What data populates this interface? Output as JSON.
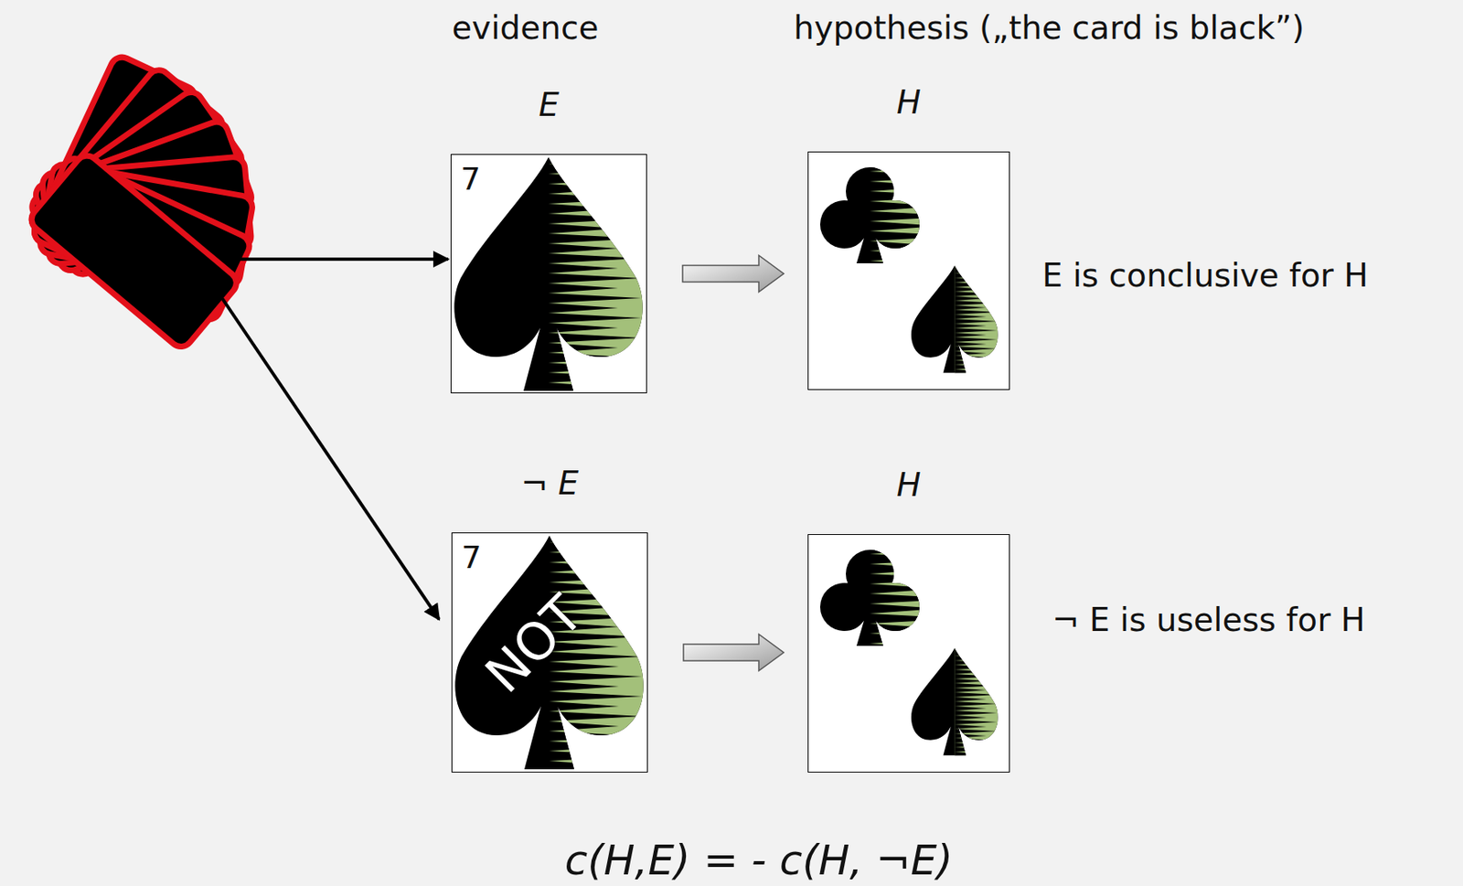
{
  "diagram": {
    "nodes": [
      {
        "text": [
          "E",
          "7"
        ]
      },
      {
        "text": [
          "H"
        ]
      },
      {
        "text": [
          "¬ E",
          "7",
          "NOT"
        ]
      },
      {
        "text": [
          "H"
        ]
      }
    ],
    "edges": [
      {
        "from": 0,
        "to": 1,
        "arrow": "to"
      },
      {
        "from": 2,
        "to": 3,
        "arrow": "to"
      }
    ],
    "labels": [
      "evidence",
      "hypothesis („the card is black”)",
      "E is conclusive for H",
      "¬ E is useless for H",
      "c(H,E) = - c(H, ¬E)"
    ]
  }
}
